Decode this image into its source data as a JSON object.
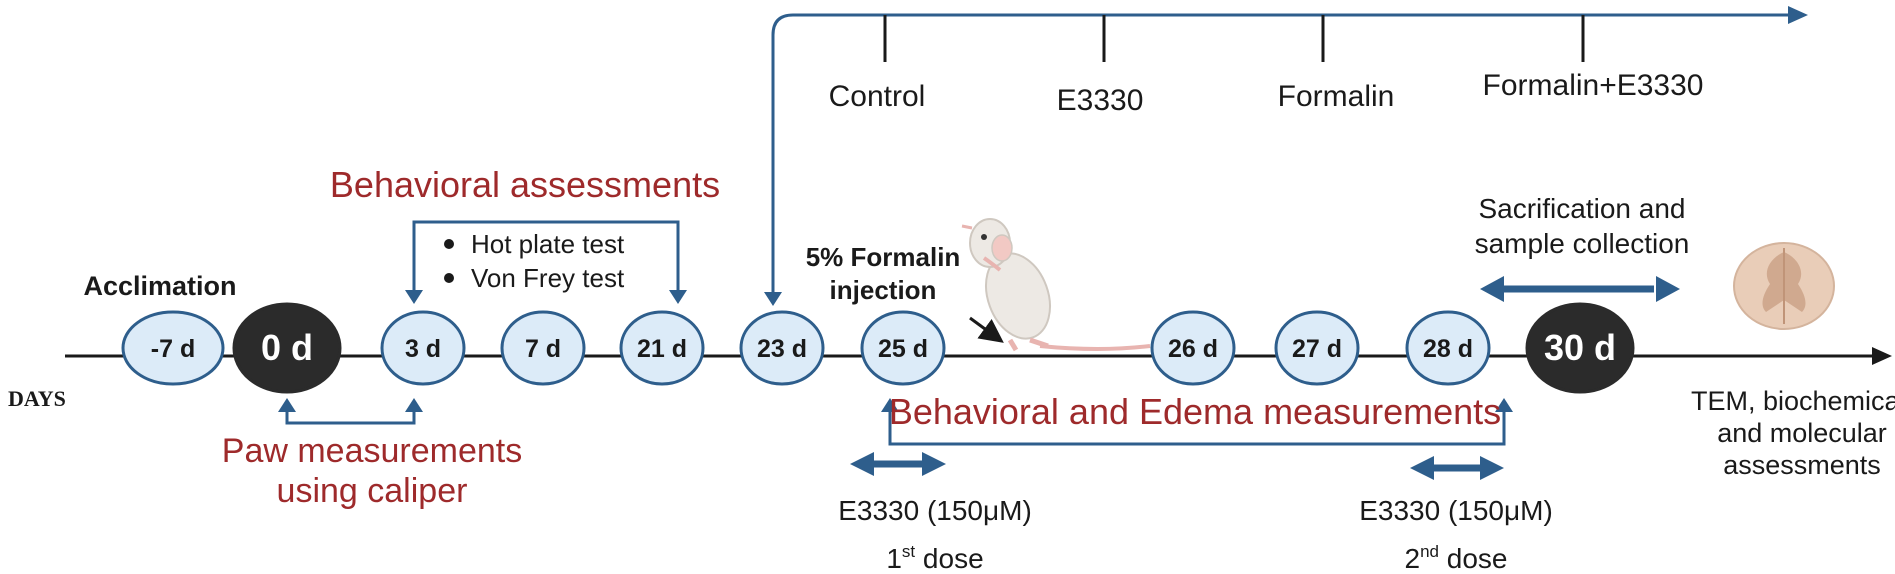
{
  "axis_label": "DAYS",
  "day_markers": [
    "-7 d",
    "0 d",
    "3 d",
    "7 d",
    "21 d",
    "23 d",
    "25 d",
    "26 d",
    "27 d",
    "28 d",
    "30 d"
  ],
  "acclimation_label": "Acclimation",
  "behavioral_assessments": {
    "title": "Behavioral assessments",
    "tests": [
      "Hot plate test",
      "Von Frey test"
    ]
  },
  "paw_measurements": {
    "line1": "Paw measurements",
    "line2": "using caliper"
  },
  "groups": [
    "Control",
    "E3330",
    "Formalin",
    "Formalin+E3330"
  ],
  "formalin_injection": {
    "line1": "5% Formalin",
    "line2": "injection"
  },
  "sacrification": {
    "line1": "Sacrification and",
    "line2": "sample collection"
  },
  "behavioral_edema_label": "Behavioral and Edema measurements",
  "doses": [
    {
      "drug": "E3330 (150μM)",
      "ordinal": "1",
      "suffix": "st",
      "word": " dose"
    },
    {
      "drug": "E3330 (150μM)",
      "ordinal": "2",
      "suffix": "nd",
      "word": " dose"
    }
  ],
  "final_assessments": [
    "TEM, biochemical,",
    "and molecular",
    "assessments"
  ],
  "colors": {
    "accent_blue": "#2E5E8C",
    "node_fill": "#DCEBF8",
    "node_stroke": "#2E5E8C",
    "dark_node": "#2B2B2B",
    "red_label": "#9E2A2B",
    "axis": "#1a1a1a"
  },
  "icons": [
    "mouse-illustration",
    "spinal-cord-cross-section-icon"
  ]
}
